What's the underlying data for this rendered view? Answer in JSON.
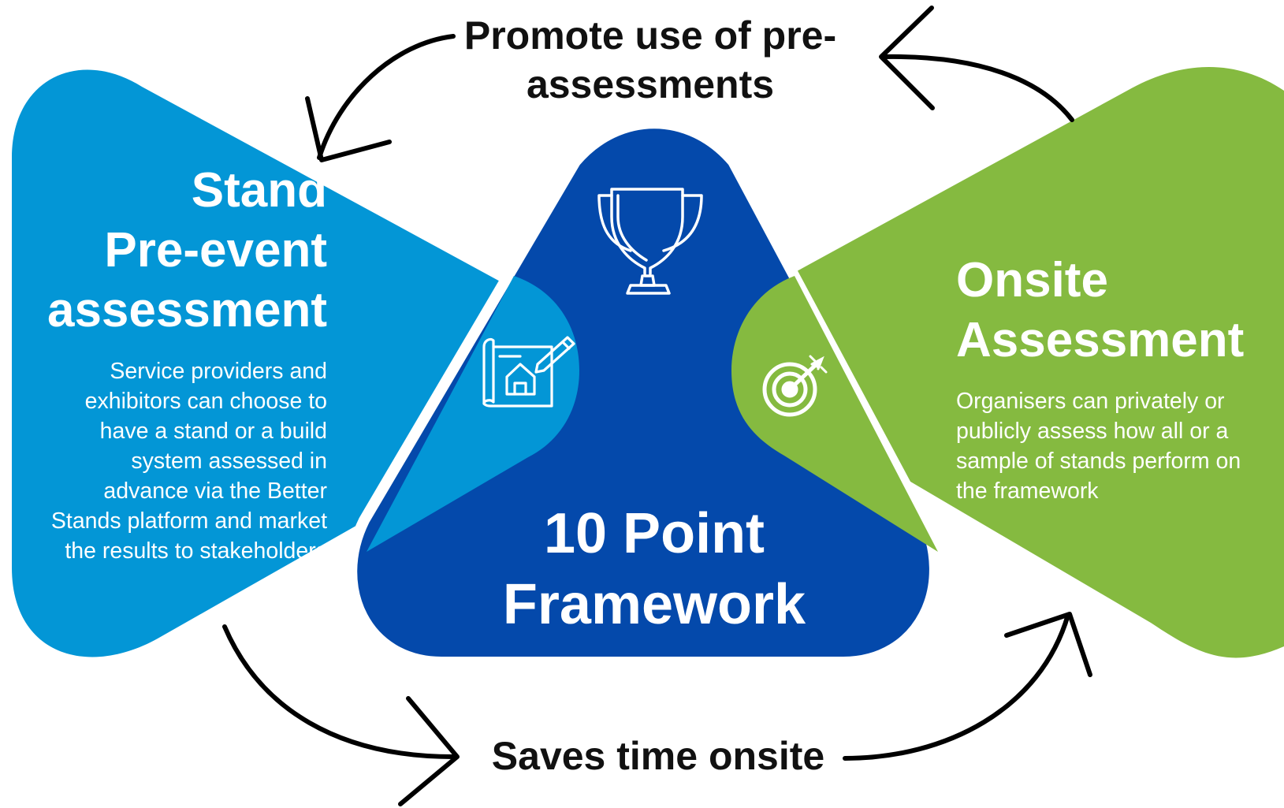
{
  "top_label": "Promote use of pre-\nassessments",
  "bottom_label": "Saves time onsite",
  "left_panel": {
    "title": "Stand\nPre-event\nassessment",
    "body": "Service providers and\nexhibitors can choose to\nhave a stand or a build\nsystem assessed in\nadvance via the Better\nStands platform and market\nthe results to stakeholders",
    "color": "#0396d6",
    "icon": "blueprint-house-icon"
  },
  "center_panel": {
    "title": "10 Point\nFramework",
    "color": "#0449ab",
    "icon": "trophy-icon"
  },
  "right_panel": {
    "title": "Onsite\nAssessment",
    "body": "Organisers can privately or\npublicly assess how all or a\nsample of stands perform on\nthe framework",
    "color": "#85ba40",
    "icon": "target-arrow-icon"
  },
  "arrow_color": "#000000"
}
